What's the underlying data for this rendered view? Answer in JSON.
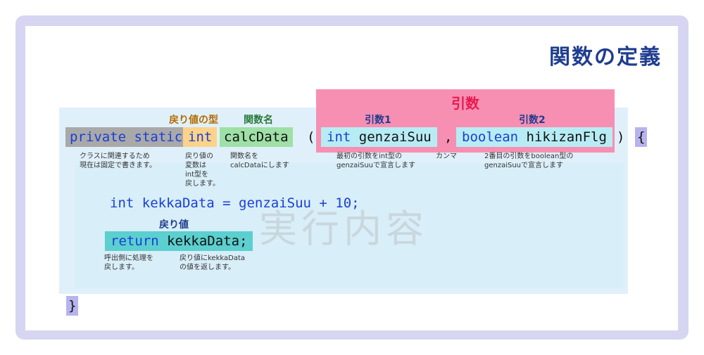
{
  "title": "関数の定義",
  "args_title": "引数",
  "labels": {
    "return_type": "戻り値の型",
    "func_name": "関数名",
    "arg1": "引数1",
    "arg2": "引数2",
    "return_value": "戻り値"
  },
  "code": {
    "modifier": "private static",
    "type": "int",
    "name": "calcData",
    "open_paren": "(",
    "arg1_type": "int",
    "arg1_name": "genzaiSuu",
    "comma": ",",
    "arg2_type": "boolean",
    "arg2_name": "hikizanFlg",
    "close_paren": ")",
    "open_brace": "{",
    "line1": "int kekkaData = genzaiSuu + 10;",
    "return_kw": "return",
    "return_expr": "kekkaData;",
    "close_brace": "}"
  },
  "notes": {
    "modifier": "クラスに関連するため\n現在は固定で書きます。",
    "type": "戻り値の\n変数は\nint型を\n戻します。",
    "name": "関数名を\ncalcDataにします",
    "arg1": "最初の引数をint型の\ngenzaiSuuで宣言します",
    "comma": "カンマ",
    "arg2": "2番目の引数をboolean型の\ngenzaiSuuで宣言します",
    "return_left": "呼出側に処理を\n戻します。",
    "return_right": "戻り値にkekkaData\nの値を返します。"
  },
  "watermark": "実行内容"
}
